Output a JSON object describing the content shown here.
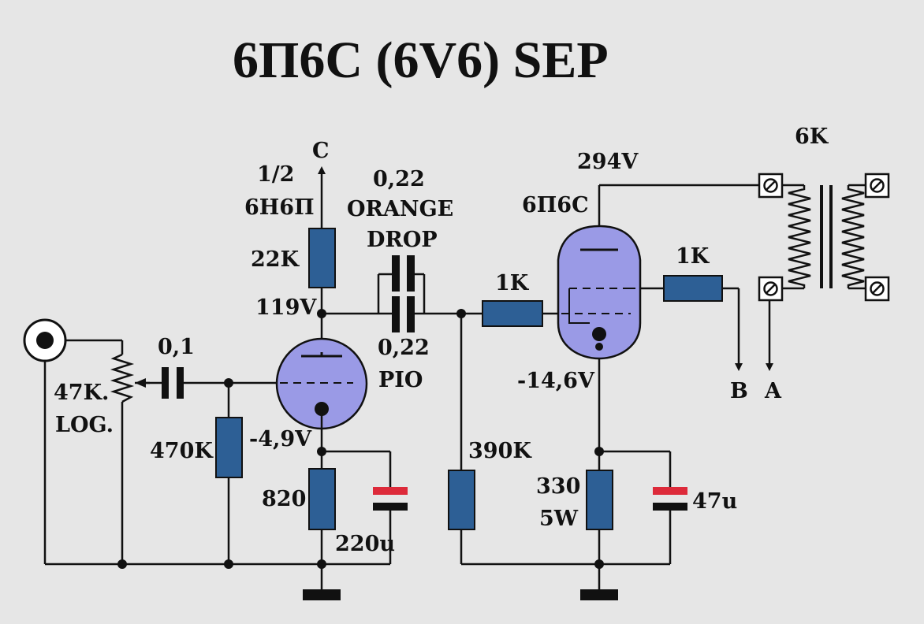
{
  "title": "6П6С (6V6) SEP",
  "colors": {
    "background": "#e6e6e6",
    "resistor": "#2d5f95",
    "tube": "#9a9ae6",
    "cap_red": "#dd2a3a",
    "wire": "#111111"
  },
  "labels": {
    "c": "C",
    "driver_frac": "1/2",
    "driver_tube": "6Н6П",
    "coupling_cap_1": "0,22",
    "coupling_cap_1_type_a": "ORANGE",
    "coupling_cap_1_type_b": "DROP",
    "coupling_cap_2": "0,22",
    "coupling_cap_2_type": "PIO",
    "plate_load": "22K",
    "driver_plate_voltage": "119V",
    "input_cap": "0,1",
    "volume_pot_a": "47K.",
    "volume_pot_b": "LOG.",
    "grid_resistor": "470K",
    "driver_cathode_voltage": "-4,9V",
    "driver_cathode_resistor": "820",
    "driver_bypass_cap": "220u",
    "output_grid_resistor": "390K",
    "grid_stopper": "1K",
    "screen_resistor": "1K",
    "output_tube": "6П6С",
    "output_plate_voltage": "294V",
    "output_cathode_voltage": "-14,6V",
    "output_cathode_resistor_a": "330",
    "output_cathode_resistor_b": "5W",
    "output_bypass_cap": "47u",
    "transformer": "6K",
    "terminal_b": "B",
    "terminal_a": "A"
  },
  "icons": {
    "input_jack": "rca-jack-icon",
    "ground": "ground-icon",
    "transformer_terminal": "screw-terminal-icon",
    "arrow": "arrow-icon"
  }
}
